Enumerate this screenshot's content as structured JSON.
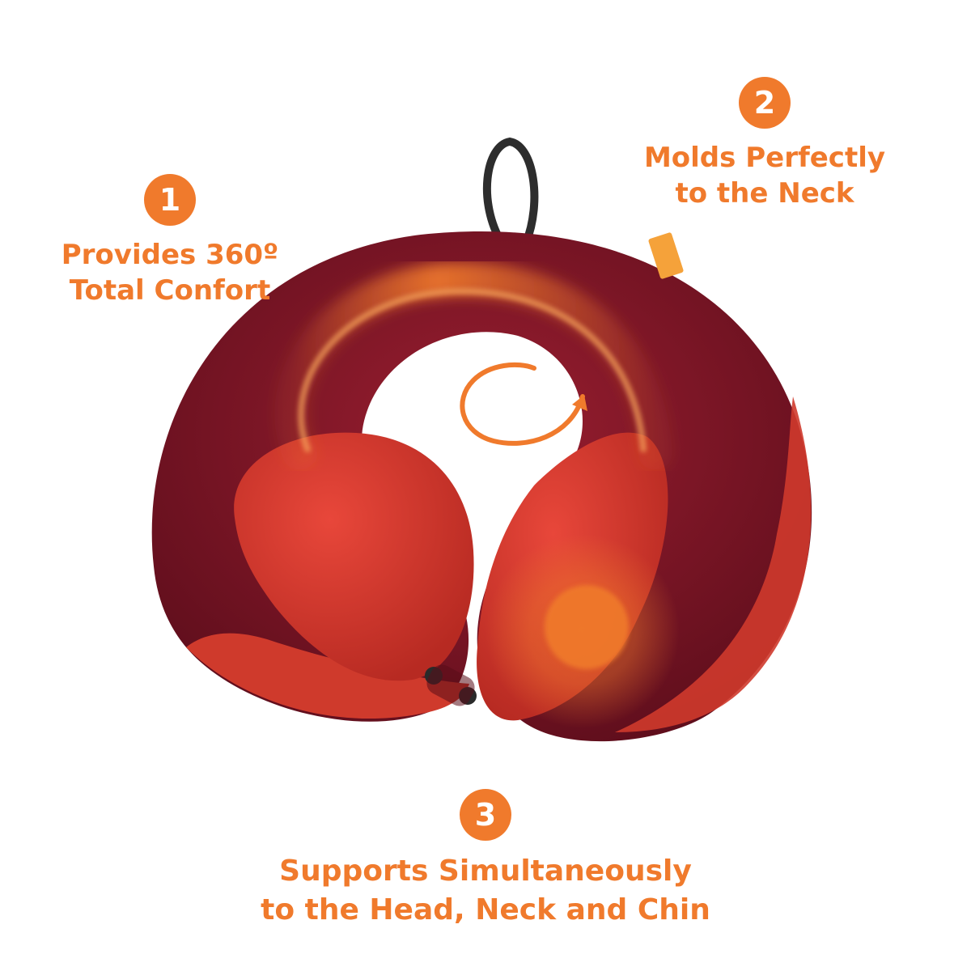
{
  "image": {
    "description_free": true
  },
  "callouts": [
    {
      "number": "1",
      "line1": "Provides 360º",
      "line2": "Total Confort"
    },
    {
      "number": "2",
      "line1": "Molds Perfectly",
      "line2": "to the Neck"
    },
    {
      "number": "3",
      "line1": "Supports Simultaneously",
      "line2": "to the Head, Neck and Chin"
    }
  ],
  "colors": {
    "accent": "#f07a2c",
    "pillow_dark": "#7c1526",
    "pillow_light": "#d7372a",
    "background": "#ffffff"
  }
}
